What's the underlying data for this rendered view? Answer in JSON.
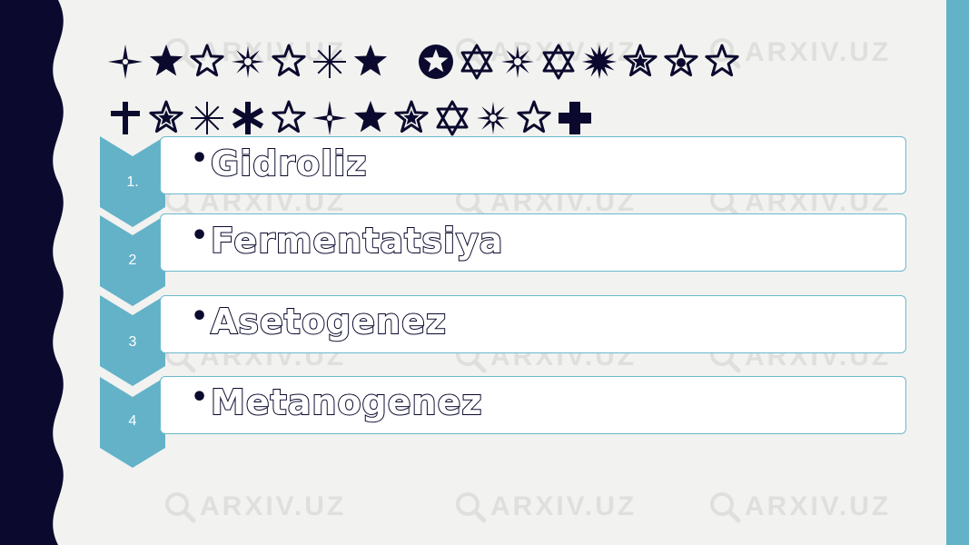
{
  "colors": {
    "background": "#f2f2f0",
    "navy": "#0b0a2e",
    "accent": "#63b2c8",
    "bar_border": "#6cb8cc",
    "watermark": "#c9c9c9"
  },
  "title": {
    "lines": [
      [
        "four-star-icon",
        "black-star-icon",
        "white-star-icon",
        "spiked-star-icon",
        "white-star-icon",
        "asterisk-icon",
        "black-star-icon",
        "gap",
        "circled-star-icon",
        "six-point-star-icon",
        "spiked-star-icon",
        "six-point-star-icon",
        "burst-icon",
        "pinwheel-star-icon",
        "circle-star-icon",
        "white-star-icon"
      ],
      [
        "cross-icon",
        "pinwheel-star-icon",
        "asterisk-icon",
        "heavy-asterisk-icon",
        "white-star-icon",
        "four-star-icon",
        "black-star-icon",
        "pinwheel-star-icon",
        "six-point-star-icon",
        "spiked-star-icon",
        "white-star-icon",
        "greek-cross-icon"
      ]
    ]
  },
  "steps": [
    {
      "number": "1.",
      "bullet": "•",
      "label": "Gidroliz"
    },
    {
      "number": "2",
      "bullet": "•",
      "label": "Fermentatsiya"
    },
    {
      "number": "3",
      "bullet": "•",
      "label": "Asetogenez"
    },
    {
      "number": "4",
      "bullet": "•",
      "label": "Metanogenez"
    }
  ],
  "watermark": {
    "text": "ARXIV.UZ",
    "icon": "magnifier-icon"
  }
}
